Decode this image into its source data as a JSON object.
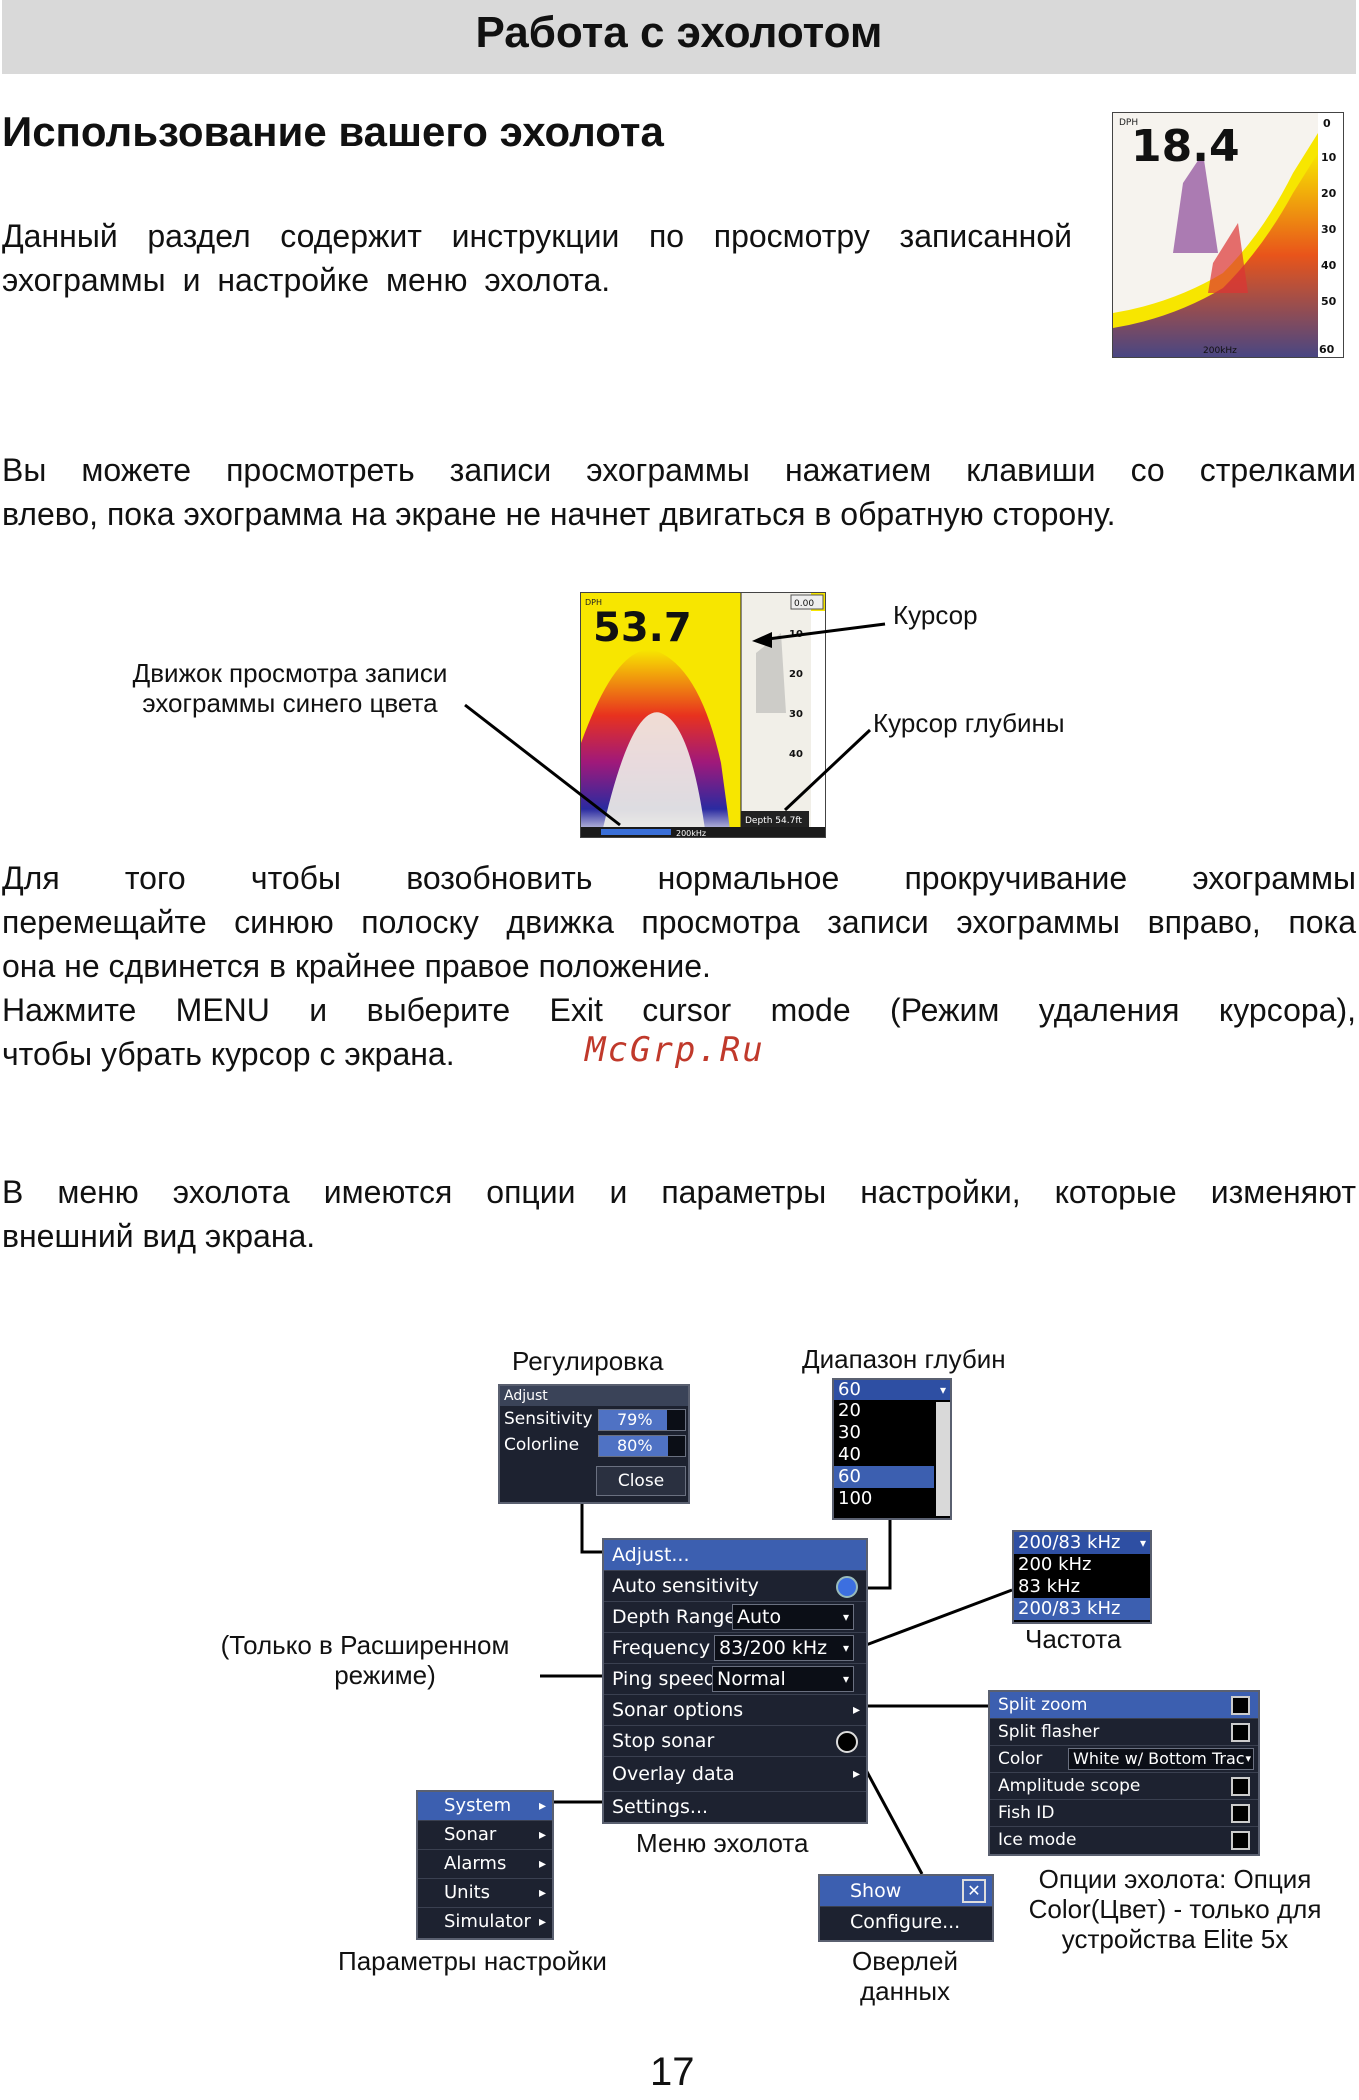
{
  "header": {
    "title": "Работа с эхолотом"
  },
  "section": {
    "title": "Использование вашего эхолота"
  },
  "paragraphs": {
    "p1": [
      "Данный раздел содержит инструкции по просмотру записанной",
      "эхограммы и настройке меню эхолота."
    ],
    "p2": [
      "Вы можете просмотреть записи эхограммы нажатием клавиши со стрелками",
      "влево, пока эхограмма на экране не начнет двигаться в обратную сторону."
    ],
    "p3": [
      "Для того чтобы возобновить нормальное прокручивание эхограммы",
      "перемещайте синюю полоску движка просмотра записи эхограммы вправо, пока",
      "она не сдвинется в крайнее правое положение.",
      "Нажмите MENU и выберите Exit cursor mode (Режим удаления курсора),",
      "чтобы убрать курсор с экрана."
    ],
    "p4": [
      "В меню эхолота имеются опции и параметры настройки, которые изменяют",
      "внешний вид экрана."
    ]
  },
  "watermark": "McGrp.Ru",
  "sonar_small": {
    "depth": "18.4",
    "dph": "DPH",
    "scale": [
      "0",
      "10",
      "20",
      "30",
      "40",
      "50",
      "60"
    ],
    "freq": "200kHz"
  },
  "sonar_large": {
    "depth": "53.7",
    "dph": "DPH",
    "scale": [
      "10",
      "20",
      "30",
      "40"
    ],
    "freq": "200kHz",
    "depth_cursor": "Depth 54.7ft",
    "top_value": "0.00"
  },
  "callouts": {
    "cursor": "Курсор",
    "depth_cursor": "Курсор глубины",
    "history_bar": [
      "Движок просмотра записи",
      "эхограммы синего цвета"
    ]
  },
  "captions": {
    "adjust": "Регулировка",
    "depth_range": "Диапазон глубин",
    "frequency": "Частота",
    "advanced_only": [
      "(Только в Расширенном",
      "режиме)"
    ],
    "sonar_menu": "Меню эхолота",
    "settings": "Параметры настройки",
    "sonar_options": [
      "Опции эхолота: Опция",
      "Color(Цвет) - только для",
      "устройства Elite 5x"
    ],
    "overlay": [
      "Оверлей",
      "данных"
    ]
  },
  "adjust_menu": {
    "title": "Adjust",
    "sensitivity_label": "Sensitivity",
    "sensitivity_value": "79%",
    "sensitivity_level": 0.79,
    "colorline_label": "Colorline",
    "colorline_value": "80%",
    "colorline_level": 0.8,
    "close": "Close"
  },
  "depth_menu": {
    "selected": "60",
    "options": [
      "20",
      "30",
      "40",
      "60",
      "100"
    ],
    "highlight": "60"
  },
  "freq_menu": {
    "selected": "200/83 kHz",
    "options": [
      "200 kHz",
      "83 kHz",
      "200/83 kHz"
    ],
    "highlight": "200/83 kHz"
  },
  "sonar_menu": {
    "adjust": "Adjust...",
    "auto_sensitivity": "Auto sensitivity",
    "depth_range": "Depth Range",
    "depth_range_value": "Auto",
    "frequency": "Frequency",
    "frequency_value": "83/200 kHz",
    "ping_speed": "Ping speed",
    "ping_speed_value": "Normal",
    "sonar_options": "Sonar options",
    "stop_sonar": "Stop sonar",
    "overlay_data": "Overlay data",
    "settings": "Settings..."
  },
  "settings_menu": {
    "items": [
      "System",
      "Sonar",
      "Alarms",
      "Units",
      "Simulator"
    ]
  },
  "options_menu": {
    "split_zoom": "Split zoom",
    "split_flasher": "Split flasher",
    "color": "Color",
    "color_value": "White w/ Bottom Trac",
    "amplitude_scope": "Amplitude scope",
    "fish_id": "Fish ID",
    "ice_mode": "Ice mode"
  },
  "overlay_menu": {
    "show": "Show",
    "configure": "Configure..."
  },
  "page_number": "17"
}
